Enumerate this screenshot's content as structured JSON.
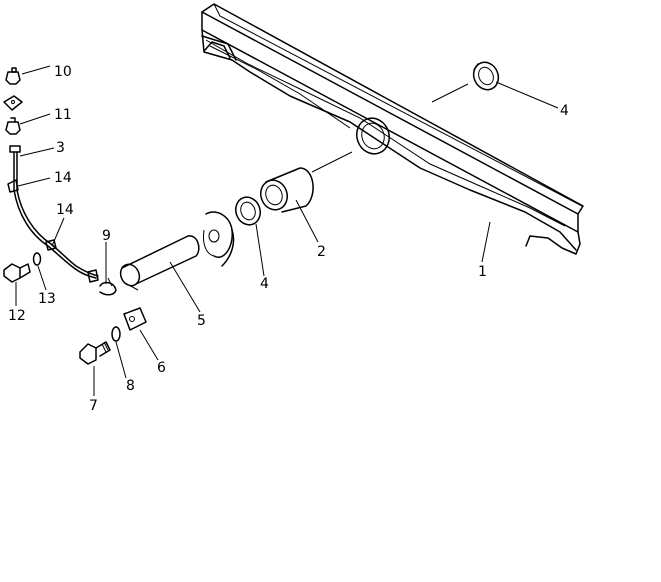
{
  "callouts": [
    {
      "id": "c10",
      "label": "10"
    },
    {
      "id": "c11",
      "label": "11"
    },
    {
      "id": "c3",
      "label": "3"
    },
    {
      "id": "c14a",
      "label": "14"
    },
    {
      "id": "c14b",
      "label": "14"
    },
    {
      "id": "c9",
      "label": "9"
    },
    {
      "id": "c12",
      "label": "12"
    },
    {
      "id": "c13",
      "label": "13"
    },
    {
      "id": "c5",
      "label": "5"
    },
    {
      "id": "c6",
      "label": "6"
    },
    {
      "id": "c8",
      "label": "8"
    },
    {
      "id": "c7",
      "label": "7"
    },
    {
      "id": "c4a",
      "label": "4"
    },
    {
      "id": "c2",
      "label": "2"
    },
    {
      "id": "c4b",
      "label": "4"
    },
    {
      "id": "c1",
      "label": "1"
    }
  ]
}
